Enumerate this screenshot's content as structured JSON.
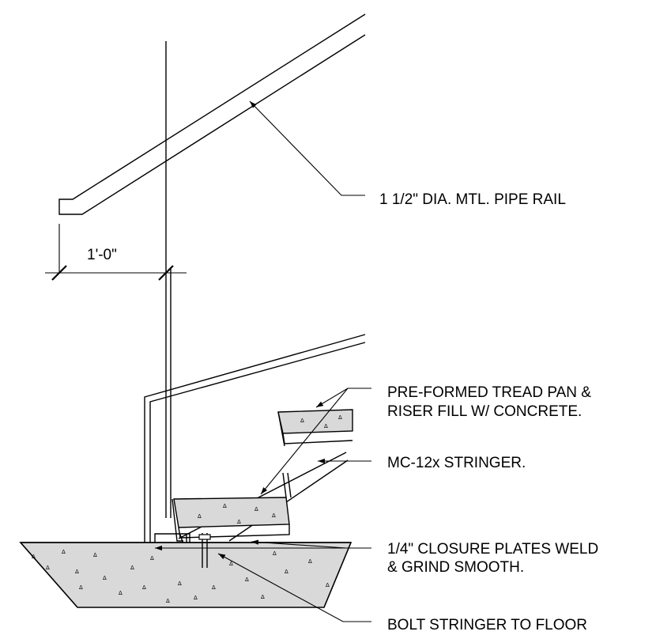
{
  "dimension": {
    "label": "1'-0\""
  },
  "callouts": {
    "pipe_rail": "1 1/2\" DIA. MTL. PIPE RAIL",
    "tread_pan_line1": "PRE-FORMED TREAD PAN &",
    "tread_pan_line2": "RISER  FILL W/ CONCRETE.",
    "stringer": "MC-12x STRINGER.",
    "closure_line1": "1/4\" CLOSURE PLATES WELD",
    "closure_line2": "& GRIND SMOOTH.",
    "bolt": "BOLT STRINGER TO FLOOR"
  },
  "colors": {
    "line": "#000000",
    "concrete": "#d9d9d9",
    "background": "#ffffff"
  }
}
